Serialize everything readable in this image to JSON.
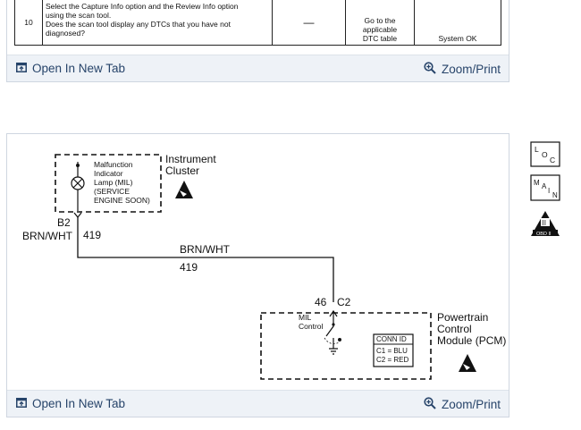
{
  "top_panel": {
    "row": {
      "step": "10",
      "action_line1": "Select the Capture Info option and the Review Info option",
      "action_line2": "using the scan tool.",
      "action_line3": "Does the scan tool display any DTCs that you have not",
      "action_line4": "diagnosed?",
      "value": "—",
      "yes_line1": "Go to the",
      "yes_line2": "applicable",
      "yes_line3": "DTC table",
      "no": "System OK"
    },
    "footer": {
      "open_label": "Open In New Tab",
      "zoom_label": "Zoom/Print"
    }
  },
  "diagram": {
    "instrument_cluster_line1": "Instrument",
    "instrument_cluster_line2": "Cluster",
    "mil_line1": "Malfunction",
    "mil_line2": "Indicator",
    "mil_line3": "Lamp (MIL)",
    "mil_line4": "(SERVICE",
    "mil_line5": "ENGINE SOON)",
    "pin_b2": "B2",
    "wire_color_left": "BRN/WHT",
    "circuit_left": "419",
    "wire_color_mid": "BRN/WHT",
    "circuit_mid": "419",
    "pin_46": "46",
    "conn_c2": "C2",
    "mil_control_line1": "MIL",
    "mil_control_line2": "Control",
    "conn_id_title": "CONN ID",
    "conn_id_c1": "C1 = BLU",
    "conn_id_c2": "C2 = RED",
    "pcm_line1": "Powertrain",
    "pcm_line2": "Control",
    "pcm_line3": "Module (PCM)",
    "loc_label": "L O C",
    "main_label": "M A I N",
    "obd_label": "OBD II"
  },
  "bottom_panel": {
    "footer": {
      "open_label": "Open In New Tab",
      "zoom_label": "Zoom/Print"
    }
  },
  "colors": {
    "link": "#27446a",
    "footer_bg": "#eef2f7",
    "panel_border": "#cfd6e0"
  }
}
